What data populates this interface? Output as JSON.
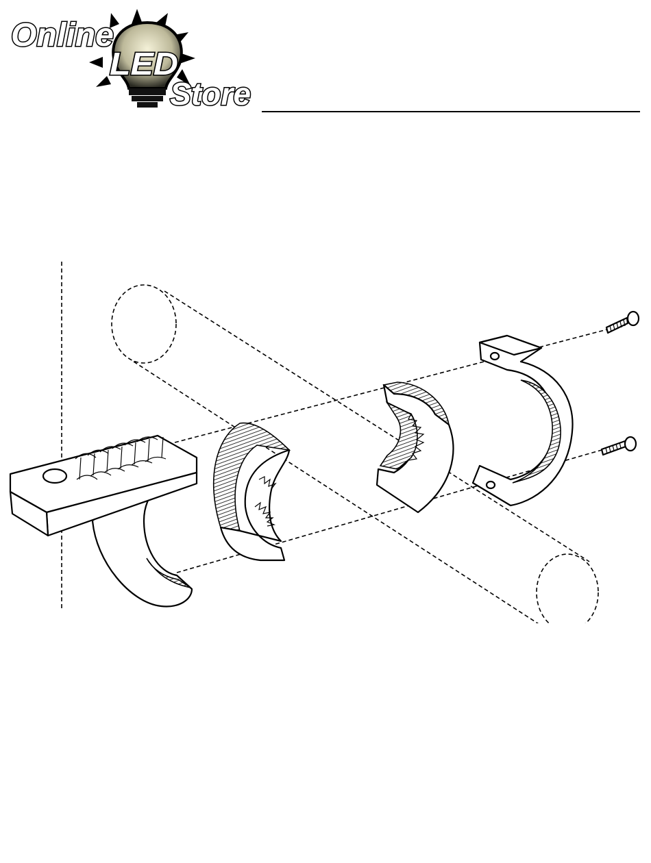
{
  "logo": {
    "word_online": "Online",
    "word_led": "LED",
    "word_store": "Store",
    "icon": "lightbulb-icon"
  },
  "diagram": {
    "subject": "exploded view of bar clamp mount",
    "parts": [
      "mounting-bracket",
      "rubber-insert-left",
      "rubber-insert-right",
      "clamp-cap",
      "cap-screw-top",
      "cap-screw-bottom",
      "tube-outline"
    ]
  },
  "colors": {
    "ink": "#000000",
    "paper": "#ffffff",
    "bulb_glow": "#e9e6c8"
  }
}
